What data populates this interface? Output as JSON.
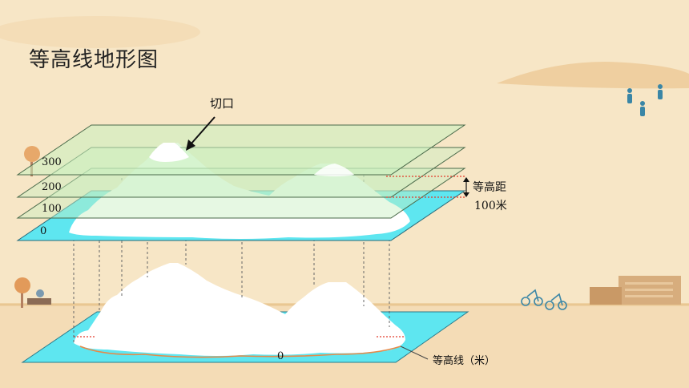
{
  "slide": {
    "title": "等高线地形图"
  },
  "diagram": {
    "cut_label": "切口",
    "layer_labels": [
      "300",
      "200",
      "100",
      "0"
    ],
    "base_label": "0",
    "interval_label_line1": "等高距",
    "interval_label_line2": "100米",
    "contour_label": "等高线（米）"
  },
  "colors": {
    "background": "#f7e6c6",
    "water": "#5ee6f0",
    "plane_fill": "#c8f0c0",
    "plane_stroke": "#4a6a4a",
    "snow": "#ffffff",
    "dotted_red": "#e23a2a",
    "ground_band": "#f4d3a6",
    "figure_blue": "#3a86a6"
  }
}
